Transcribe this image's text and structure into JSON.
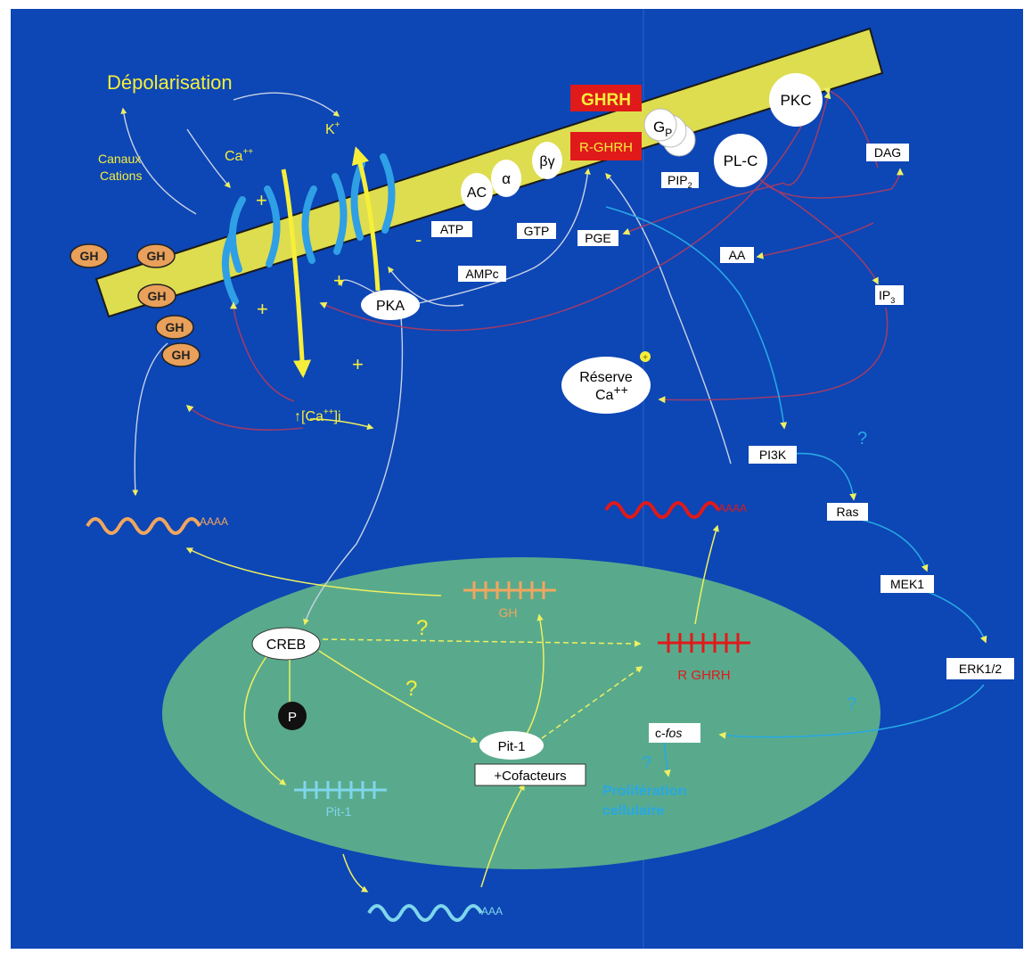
{
  "colors": {
    "background": "#0d46b5",
    "membrane": "#dddd4f",
    "nucleus": "#59aa8c",
    "yellow_label": "#f6ef3a",
    "arrow_yellow": "#eef060",
    "arrow_purple": "#9a3d6b",
    "arrow_white": "#c9d2e6",
    "arrow_cyan": "#27a8e4",
    "channel": "#2f9fe6",
    "gh_orange": "#e8a05a",
    "gh_mrna": "#f1a65f",
    "rghrh_red": "#e01a1a",
    "pit1_cyan": "#7fd6ec"
  },
  "labels": {
    "depolarisation": "Dépolarisation",
    "canaux_line1": "Canaux",
    "canaux_line2": "Cations",
    "ca_top": "Ca",
    "ca_top_sup": "++",
    "k_plus": "K",
    "k_plus_sup": "+",
    "ca_intra": "↑[Ca",
    "ca_intra_sup": "++",
    "ca_intra_tail": "]i",
    "plus": "+",
    "minus": "-",
    "question": "?",
    "circle_plus": "+"
  },
  "membrane_proteins": {
    "ghrh": "GHRH",
    "r_ghrh": "R-GHRH",
    "ac": "AC",
    "alpha": "α",
    "beta_gamma": "βγ",
    "gp": "G",
    "gp_sub": "P",
    "pkc": "PKC",
    "plc": "PL-C",
    "pka": "PKA",
    "reserve_line1": "Réserve",
    "reserve_line2": "Ca",
    "reserve_sup": "++"
  },
  "boxes": {
    "atp": "ATP",
    "ampc": "AMPc",
    "gtp": "GTP",
    "pge": "PGE",
    "pip2": "PIP",
    "pip2_sub": "2",
    "dag": "DAG",
    "aa": "AA",
    "ip3": "IP",
    "ip3_sub": "3",
    "pi3k": "PI3K",
    "ras": "Ras",
    "mek1": "MEK1",
    "erk": "ERK1/2",
    "cfos_prefix": "c-",
    "cfos_suffix": "fos"
  },
  "gh": {
    "label": "GH"
  },
  "nucleus": {
    "creb": "CREB",
    "p": "P",
    "pit1": "Pit-1",
    "cofacteurs": "+Cofacteurs",
    "gene_gh": "GH",
    "gene_rghrh": "R GHRH",
    "gene_pit1": "Pit-1",
    "prolif_line1": "Prolifération",
    "prolif_line2": "cellulaire"
  },
  "mrna": {
    "polya": "AAAA",
    "polya_short": "AAA"
  }
}
